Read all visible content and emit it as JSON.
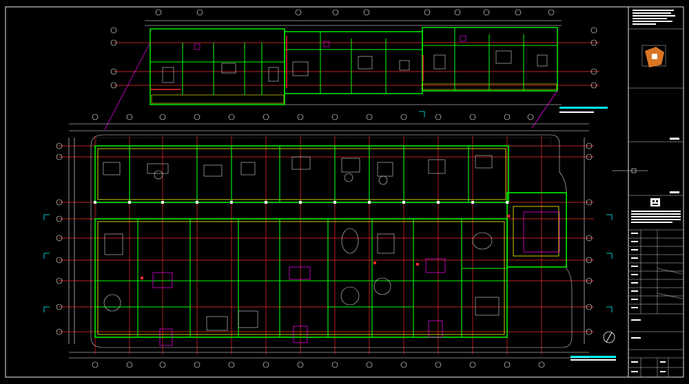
{
  "drawing": {
    "background": "#000000",
    "wall_color": "#00ff00",
    "axis_color": "#ff2a2a",
    "dimension_color": "#ffffff",
    "furniture_color": "#d8d8d8",
    "column_color": "#ffff00",
    "accent_color": "#ff00ff",
    "cyan_color": "#00ffff"
  },
  "plans": [
    {
      "name": "upper-partial-floor-plan"
    },
    {
      "name": "main-floor-plan"
    }
  ],
  "north_arrow": {
    "icon": "north-arrow-icon"
  },
  "title_block": {
    "logo": "key-plan-thumbnail",
    "stamp": "project-stamp-icon"
  }
}
